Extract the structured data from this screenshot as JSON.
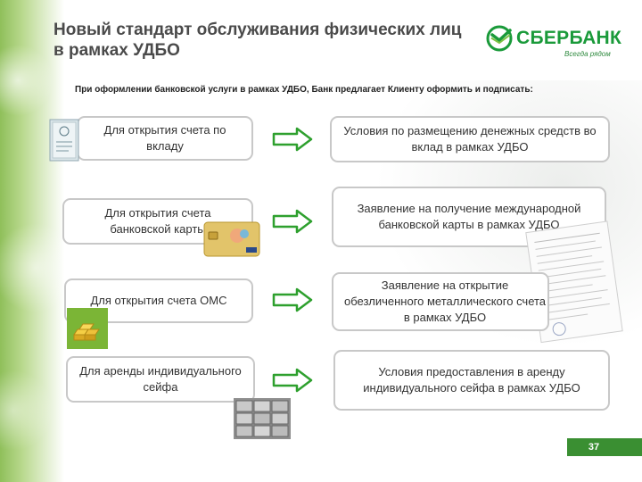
{
  "slide": {
    "title": "Новый стандарт обслуживания физических лиц в рамках УДБО",
    "intro": "При оформлении банковской услуги в рамках УДБО, Банк предлагает Клиенту оформить и подписать:",
    "page_number": "37"
  },
  "logo": {
    "name": "СБЕРБАНК",
    "slogan": "Всегда рядом",
    "color": "#1a9a3a"
  },
  "rows": [
    {
      "left": "Для открытия счета по вкладу",
      "right": "Условия по размещению денежных средств во вклад в рамках УДБО",
      "image": "passbook-icon"
    },
    {
      "left": "Для открытия счета банковской карты",
      "right": "Заявление на получение международной банковской карты в рамках УДБО",
      "image": "bank-card-icon"
    },
    {
      "left": "Для открытия счета ОМС",
      "right": "Заявление на открытие обезличенного металлического счета в рамках УДБО",
      "image": "gold-bars-icon"
    },
    {
      "left": "Для аренды индивидуального сейфа",
      "right": "Условия предоставления в аренду индивидуального сейфа в рамках УДБО",
      "image": "safe-boxes-icon"
    }
  ],
  "colors": {
    "arrow": "#2ea02e",
    "box_border": "#c8c8c8",
    "page_badge": "#3a8f32"
  }
}
